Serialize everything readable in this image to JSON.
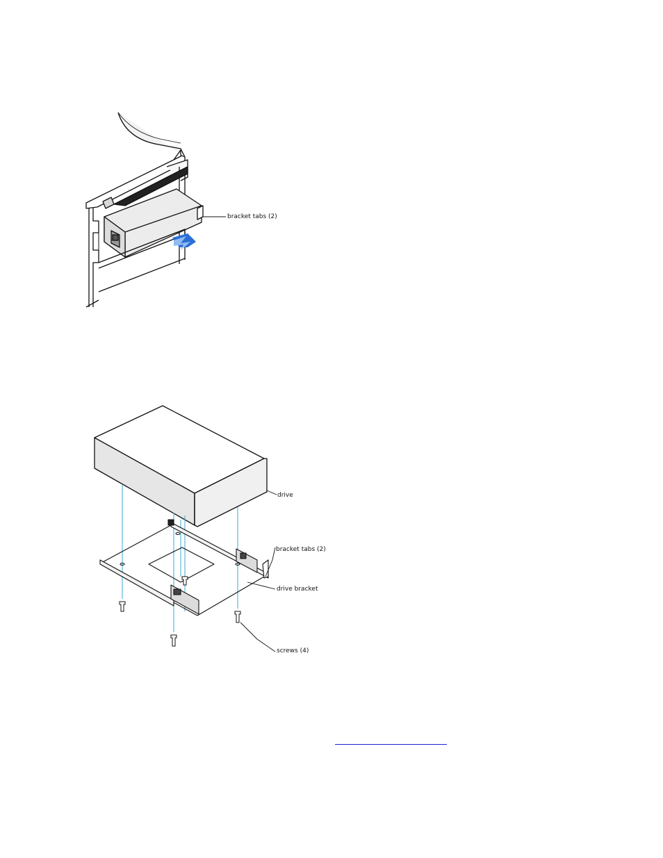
{
  "figures": {
    "removal": {
      "callouts": {
        "bracket_tabs": "bracket tabs (2)"
      }
    },
    "assembly": {
      "callouts": {
        "drive": "drive",
        "bracket_tabs": "bracket tabs (2)",
        "drive_bracket": "drive bracket",
        "screws": "screws (4)"
      }
    }
  },
  "colors": {
    "arrow_blue": "#2b6fd6",
    "arrow_light": "#8fbdf2",
    "guide_line": "#4fb0d6",
    "link": "#1f1fd6",
    "line": "#111111"
  }
}
